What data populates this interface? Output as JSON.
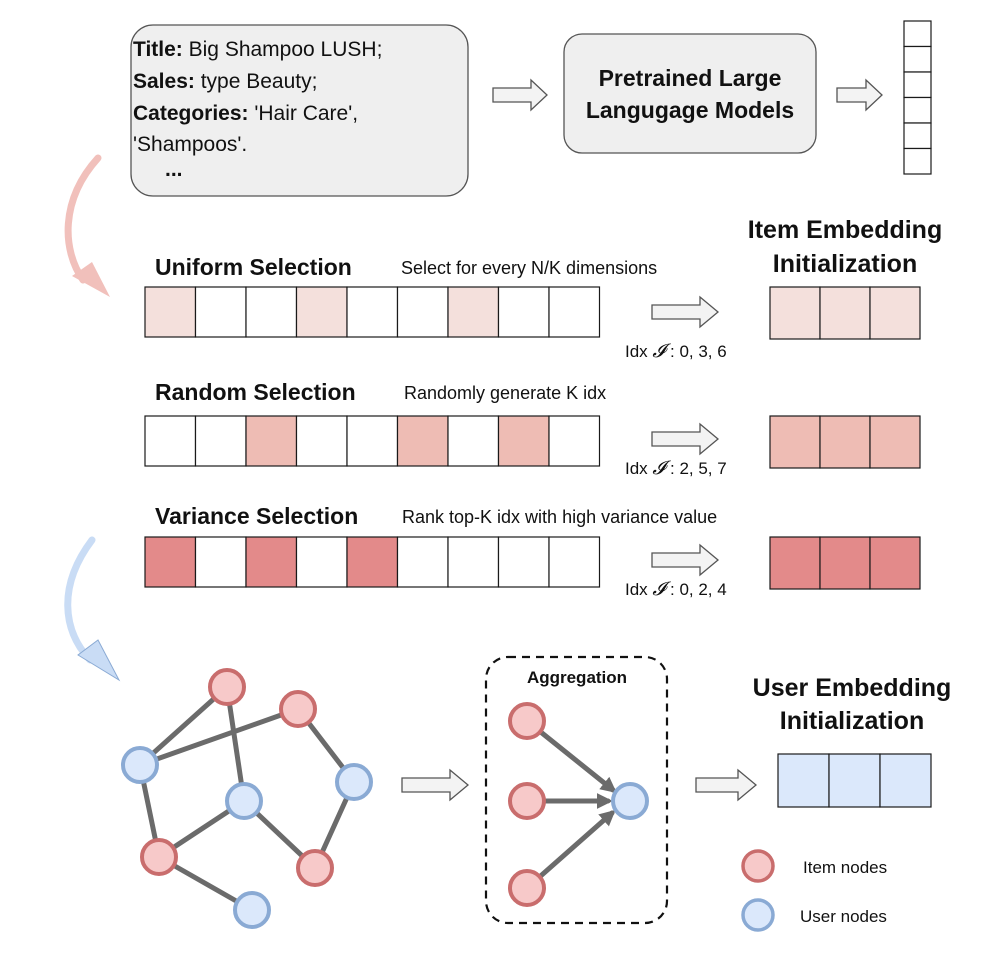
{
  "colors": {
    "uniform_fill": "#f4e0dc",
    "random_fill": "#eebcb4",
    "variance_fill": "#e38a8a",
    "user_fill": "#dbe8fb",
    "user_stroke": "#8aaad4",
    "item_fill": "#f7c9c9",
    "item_stroke": "#c96d6d",
    "box_fill": "#efefef",
    "pink_arrow": "#f1c0bb",
    "blue_arrow": "#c9dcf5"
  },
  "input_text": {
    "line1_label": "Title:",
    "line1_value": " Big Shampoo LUSH;",
    "line2_label": "Sales:",
    "line2_value": " type Beauty;",
    "line3_label": "Categories:",
    "line3_value": " 'Hair Care',",
    "line4_value": "'Shampoos'.",
    "ellipsis": "..."
  },
  "llm_box": {
    "line1": "Pretrained Large",
    "line2": "Langugage Models"
  },
  "item_embedding": {
    "line1": "Item Embedding",
    "line2": "Initialization"
  },
  "user_embedding": {
    "line1": "User Embedding",
    "line2": "Initialization"
  },
  "selections": [
    {
      "title": "Uniform Selection",
      "desc": "Select for every N/K dimensions",
      "idx_label": "Idx",
      "idx_symbol": "𝓘",
      "idx_values": " : 0, 3, 6",
      "indices": [
        0,
        3,
        6
      ],
      "color": "uniform_fill"
    },
    {
      "title": "Random Selection",
      "desc": "Randomly generate K idx",
      "idx_label": "Idx",
      "idx_symbol": "𝓘",
      "idx_values": " : 2, 5, 7",
      "indices": [
        2,
        5,
        7
      ],
      "color": "random_fill"
    },
    {
      "title": "Variance Selection",
      "desc": "Rank top-K idx with high variance value",
      "idx_label": "Idx",
      "idx_symbol": "𝓘",
      "idx_values": " : 0, 2, 4",
      "indices": [
        0,
        2,
        4
      ],
      "color": "variance_fill"
    }
  ],
  "aggregation_label": "Aggregation",
  "legend": {
    "item": "Item nodes",
    "user": "User nodes"
  }
}
